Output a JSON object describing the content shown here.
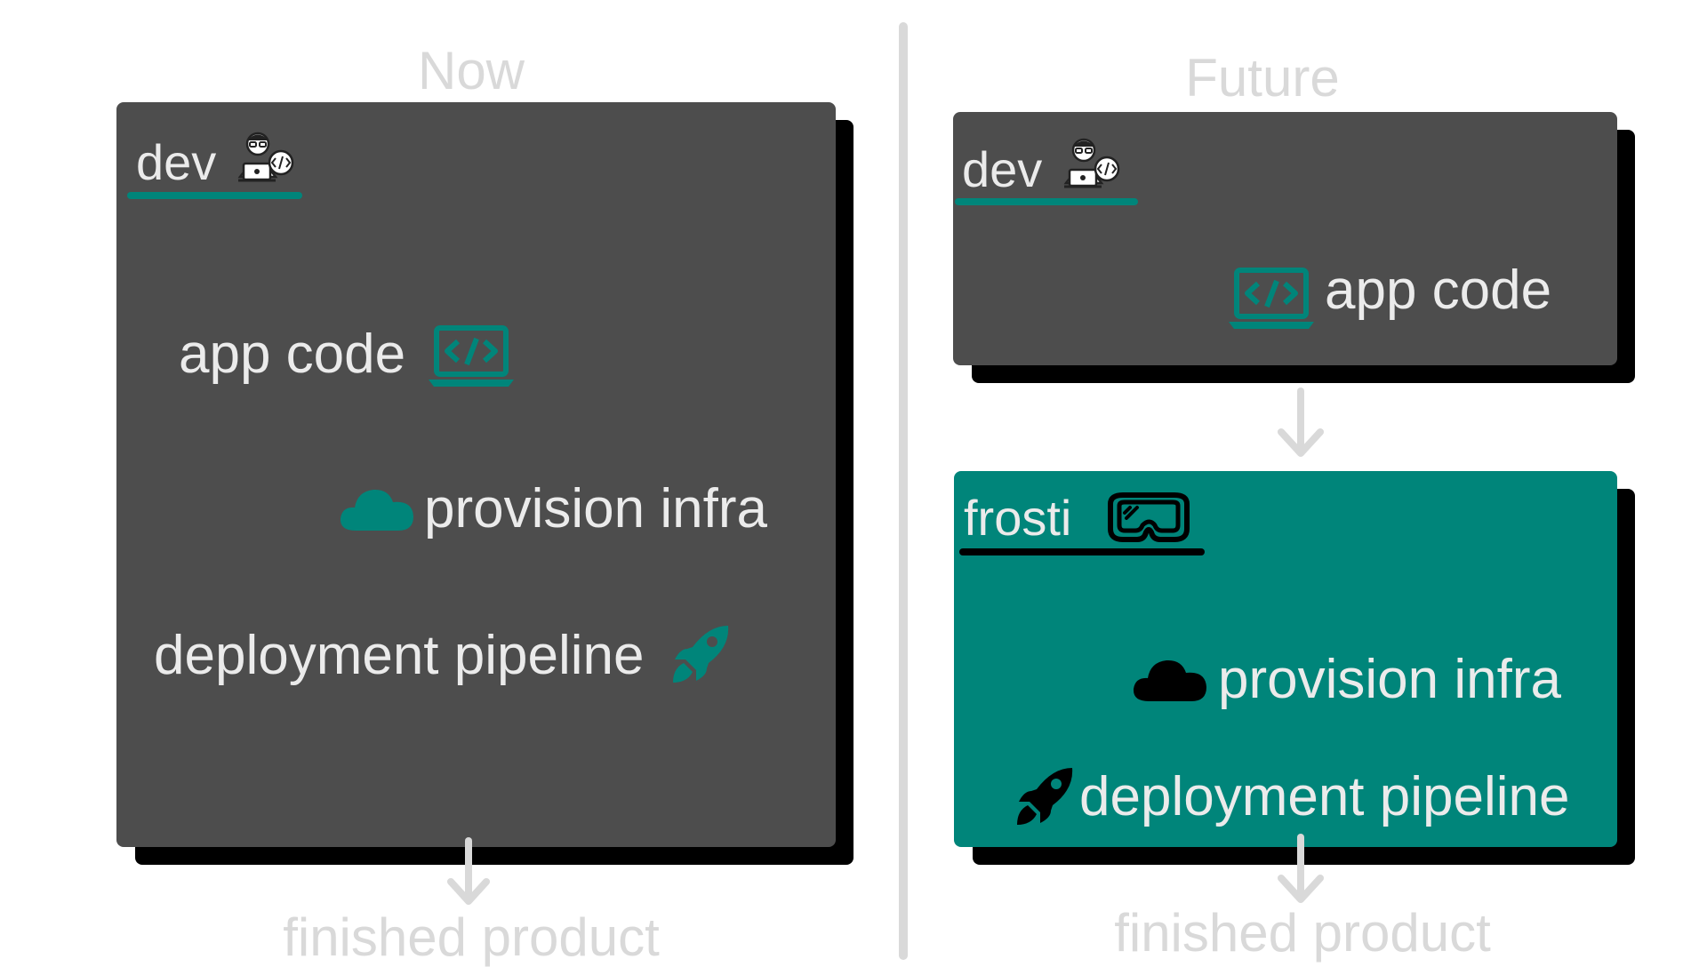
{
  "colors": {
    "panel_grey": "#4d4d4d",
    "panel_teal": "#00857a",
    "shadow": "#000000",
    "text_light": "#ebebeb",
    "heading_grey": "#d9d9d9",
    "accent": "#00857a",
    "divider": "#d9d9d9"
  },
  "now": {
    "heading": "Now",
    "dev_title": "dev",
    "app_code": "app code",
    "provision_infra": "provision infra",
    "deployment_pipeline": "deployment pipeline",
    "result": "finished product",
    "icons": [
      "developer-icon",
      "laptop-code-icon",
      "cloud-icon",
      "rocket-icon",
      "arrow-down-icon"
    ]
  },
  "future": {
    "heading": "Future",
    "dev_title": "dev",
    "app_code": "app code",
    "frosti_title": "frosti",
    "provision_infra": "provision infra",
    "deployment_pipeline": "deployment pipeline",
    "result": "finished product",
    "icons": [
      "developer-icon",
      "laptop-code-icon",
      "ski-goggles-icon",
      "cloud-icon",
      "rocket-icon",
      "arrow-down-icon"
    ]
  }
}
